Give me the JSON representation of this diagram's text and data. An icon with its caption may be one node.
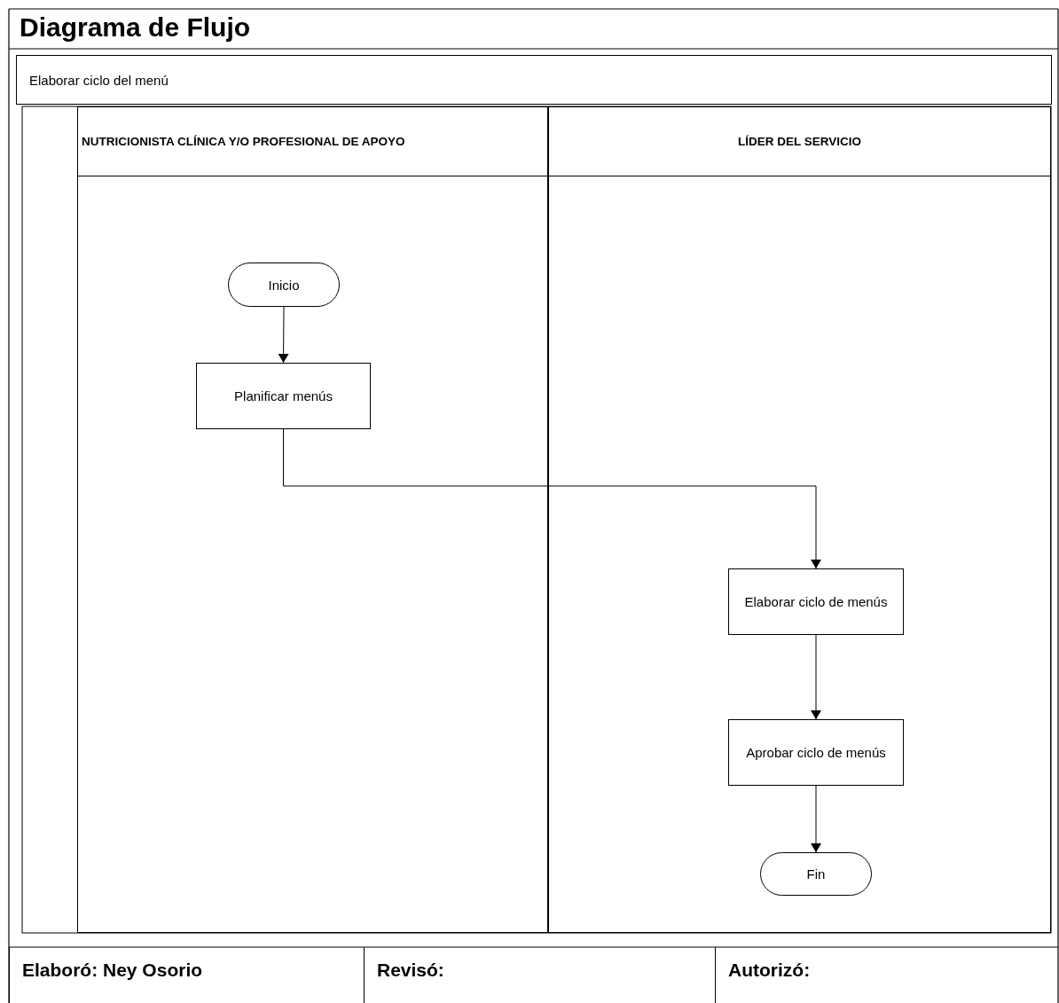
{
  "diagram": {
    "title": "Diagrama de Flujo",
    "nodes": [
      {
        "text": [
          "Elaborar ciclo del menú"
        ]
      },
      {
        "text": [
          "NUTRICIONISTA CLÍNICA Y/O PROFESIONAL DE APOYO"
        ]
      },
      {
        "text": [
          "LÍDER DEL SERVICIO"
        ]
      },
      {
        "text": [
          "Inicio"
        ],
        "in": 1
      },
      {
        "text": [
          "Planificar menús"
        ],
        "in": 1
      },
      {
        "text": [
          "Elaborar ciclo de menús"
        ],
        "in": 2
      },
      {
        "text": [
          "Aprobar ciclo de menús"
        ],
        "in": 2
      },
      {
        "text": [
          "Fin"
        ],
        "in": 2
      },
      {
        "text": [
          "Elaboró: Ney Osorio"
        ]
      },
      {
        "text": [
          "Revisó:"
        ]
      },
      {
        "text": [
          "Autorizó:"
        ]
      }
    ],
    "edges": [
      {
        "from": 3,
        "to": 4,
        "arrow": "to"
      },
      {
        "from": 4,
        "to": 5,
        "arrow": "to"
      },
      {
        "from": 5,
        "to": 6,
        "arrow": "to"
      },
      {
        "from": 6,
        "to": 7,
        "arrow": "to"
      }
    ]
  }
}
